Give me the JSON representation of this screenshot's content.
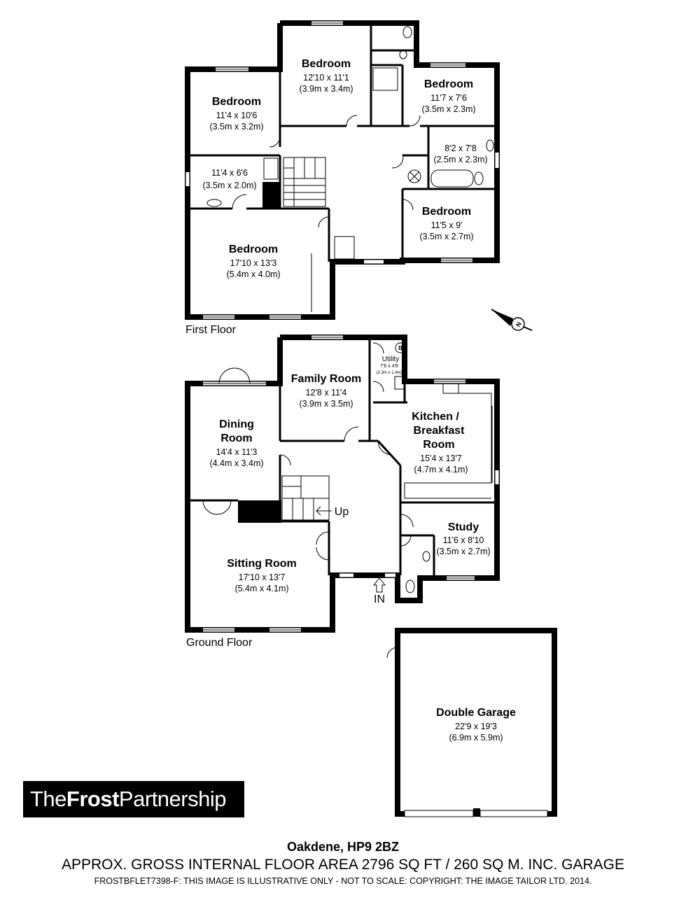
{
  "first_floor": {
    "label": "First Floor",
    "rooms": [
      {
        "name": "Bedroom",
        "imperial": "12'10 x 11'1",
        "metric": "(3.9m x 3.4m)"
      },
      {
        "name": "Bedroom",
        "imperial": "11'7 x 7'6",
        "metric": "(3.5m x 2.3m)"
      },
      {
        "name": "Bedroom",
        "imperial": "11'4 x 10'6",
        "metric": "(3.5m x 3.2m)"
      },
      {
        "name": "",
        "imperial": "8'2 x 7'8",
        "metric": "(2.5m x 2.3m)"
      },
      {
        "name": "",
        "imperial": "11'4 x 6'6",
        "metric": "(3.5m x 2.0m)"
      },
      {
        "name": "Bedroom",
        "imperial": "11'5 x 9'",
        "metric": "(3.5m x 2.7m)"
      },
      {
        "name": "Bedroom",
        "imperial": "17'10 x 13'3",
        "metric": "(5.4m x 4.0m)"
      }
    ]
  },
  "ground_floor": {
    "label": "Ground Floor",
    "up_label": "Up",
    "in_label": "IN",
    "utility": {
      "name": "Utility",
      "imperial": "7'6 x 4'8",
      "metric": "(2.3m x 1.4m)",
      "boiler": "B"
    },
    "rooms": [
      {
        "name": "Family Room",
        "imperial": "12'8 x 11'4",
        "metric": "(3.9m x 3.5m)"
      },
      {
        "name_line1": "Kitchen /",
        "name_line2": "Breakfast",
        "name_line3": "Room",
        "imperial": "15'4 x 13'7",
        "metric": "(4.7m x 4.1m)"
      },
      {
        "name_line1": "Dining",
        "name_line2": "Room",
        "imperial": "14'4 x 11'3",
        "metric": "(4.4m x 3.4m)"
      },
      {
        "name": "Study",
        "imperial": "11'6 x 8'10",
        "metric": "(3.5m x 2.7m)"
      },
      {
        "name": "Sitting Room",
        "imperial": "17'10 x 13'7",
        "metric": "(5.4m x 4.1m)"
      }
    ]
  },
  "garage": {
    "name": "Double Garage",
    "imperial": "22'9 x 19'3",
    "metric": "(6.9m x 5.9m)"
  },
  "compass": {
    "letter": "N"
  },
  "brand": {
    "part1": "The",
    "part2": "Frost",
    "part3": "Partnership"
  },
  "footer": {
    "title": "Oakdene, HP9 2BZ",
    "area": "APPROX. GROSS INTERNAL FLOOR AREA 2796 SQ FT / 260 SQ M. INC. GARAGE",
    "note": "FROSTBFLET7398-F: THIS IMAGE IS ILLUSTRATIVE ONLY - NOT TO SCALE: COPYRIGHT: THE IMAGE TAILOR LTD. 2014."
  },
  "colors": {
    "wall": "#000000",
    "window": "#ffffff",
    "fixture": "#555555"
  }
}
